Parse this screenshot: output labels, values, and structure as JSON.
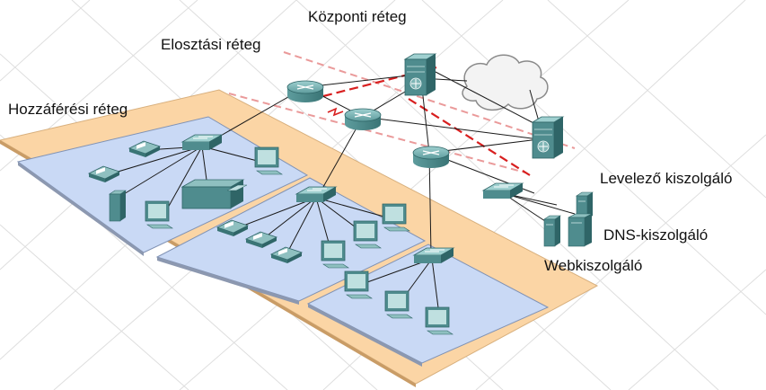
{
  "labels": {
    "core_layer": "Központi réteg",
    "distribution_layer": "Elosztási réteg",
    "access_layer": "Hozzáférési réteg",
    "mail_server": "Levelező kiszolgáló",
    "dns_server": "DNS-kiszolgáló",
    "web_server": "Webkiszolgáló"
  },
  "colors": {
    "layer_band": "#fbd5a5",
    "layer_band_edge": "#c9a06c",
    "access_zone": "#c8d8f4",
    "access_zone_edge": "#7d8fb0",
    "device": "#4f8c8e",
    "device_light": "#8fc0c0",
    "device_dark": "#2f6567",
    "link": "#1a1a1a",
    "boundary": "#e01a1a",
    "grid": "#dcdcdc",
    "cloud": "#f2f2f2"
  }
}
